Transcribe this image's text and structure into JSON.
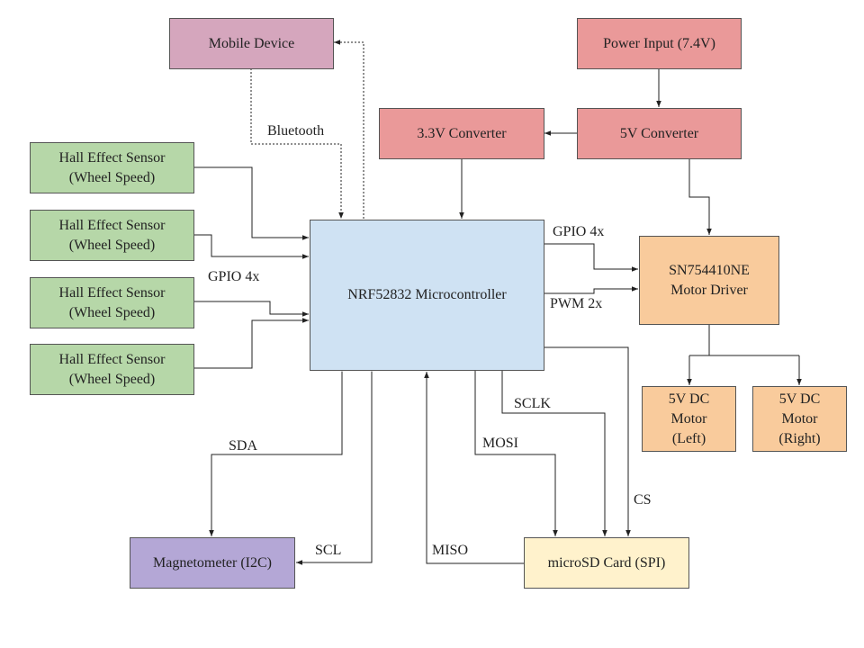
{
  "colors": {
    "mcu": "#cfe2f3",
    "sensor": "#b6d7a8",
    "power": "#ea9999",
    "motor": "#f9cb9c",
    "mobile": "#d5a6bd",
    "magnetometer": "#b4a7d6",
    "sd": "#fff2cc",
    "line": "#222222"
  },
  "nodes": {
    "mobile": "Mobile Device",
    "power_input": "Power Input (7.4V)",
    "conv_33": "3.3V Converter",
    "conv_5": "5V Converter",
    "hall1": "Hall Effect Sensor\n(Wheel Speed)",
    "hall2": "Hall Effect Sensor\n(Wheel Speed)",
    "hall3": "Hall Effect Sensor\n(Wheel Speed)",
    "hall4": "Hall Effect Sensor\n(Wheel Speed)",
    "mcu": "NRF52832 Microcontroller",
    "driver": "SN754410NE\nMotor Driver",
    "motor_left": "5V DC\nMotor\n(Left)",
    "motor_right": "5V DC\nMotor\n(Right)",
    "magnetometer": "Magnetometer (I2C)",
    "microsd": "microSD Card (SPI)"
  },
  "labels": {
    "bluetooth": "Bluetooth",
    "gpio_sensors": "GPIO 4x",
    "gpio_driver": "GPIO 4x",
    "pwm_driver": "PWM 2x",
    "sclk": "SCLK",
    "mosi": "MOSI",
    "miso": "MISO",
    "cs": "CS",
    "sda": "SDA",
    "scl": "SCL"
  }
}
